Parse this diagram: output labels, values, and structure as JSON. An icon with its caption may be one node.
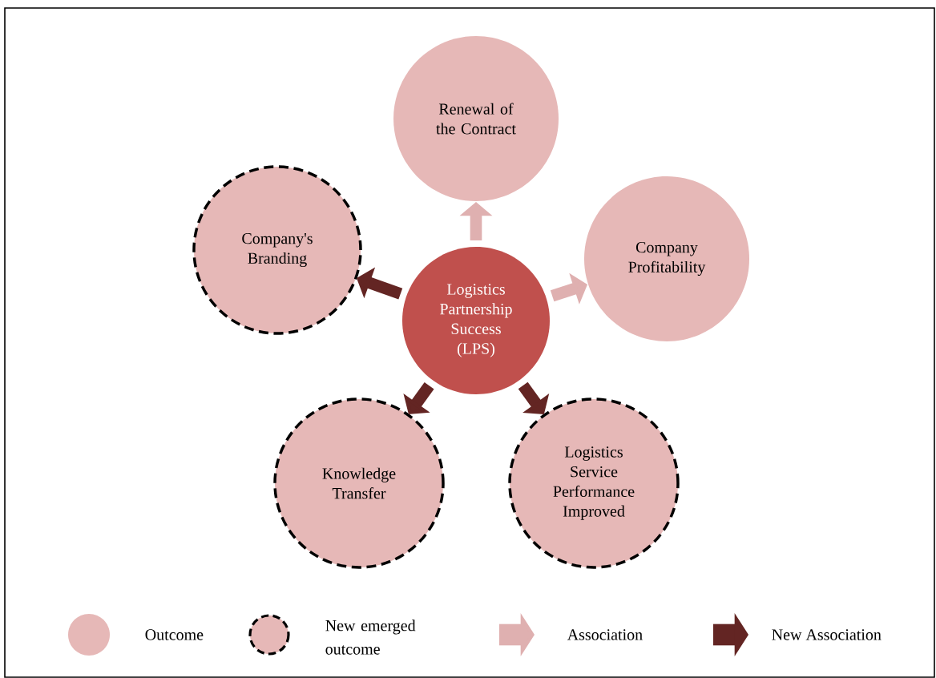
{
  "diagram": {
    "nodes": [
      {
        "text": [
          "Logistics Partnership Success (LPS)"
        ]
      },
      {
        "text": [
          "Renewal of the Contract"
        ]
      },
      {
        "text": [
          "Company Profitability"
        ]
      },
      {
        "text": [
          "Company's Branding"
        ]
      },
      {
        "text": [
          "Knowledge Transfer"
        ]
      },
      {
        "text": [
          "Logistics Service Performance Improved"
        ]
      }
    ],
    "edges": [
      {
        "from": 0,
        "to": 1,
        "arrow": "to",
        "color": "#dfb0b0"
      },
      {
        "from": 0,
        "to": 2,
        "arrow": "to",
        "color": "#dfb0b0"
      },
      {
        "from": 0,
        "to": 3,
        "arrow": "to"
      },
      {
        "from": 0,
        "to": 4,
        "arrow": "to"
      },
      {
        "from": 0,
        "to": 5,
        "arrow": "to"
      }
    ],
    "legend": [
      {
        "text": "Outcome",
        "color": "#e6b8b7"
      },
      {
        "text": "New emerged outcome"
      },
      {
        "text": "Association"
      },
      {
        "text": "New Association"
      }
    ]
  }
}
